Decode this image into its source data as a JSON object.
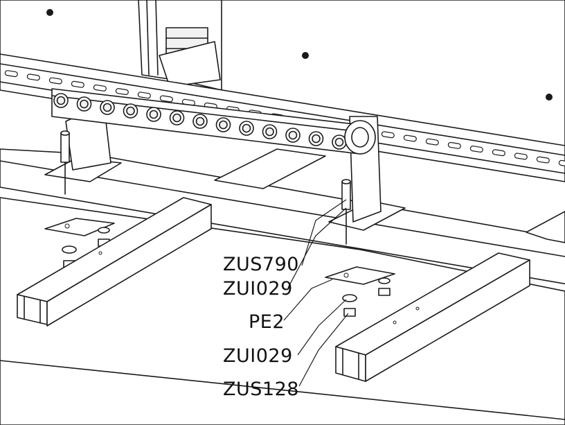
{
  "callouts": [
    {
      "id": "zus790",
      "label": "ZUS790"
    },
    {
      "id": "zui029-upper",
      "label": "ZUI029"
    },
    {
      "id": "pe2",
      "label": "PE2"
    },
    {
      "id": "zui029-lower",
      "label": "ZUI029"
    },
    {
      "id": "zus128",
      "label": "ZUS128"
    }
  ],
  "busbar_bolt_count": 13
}
